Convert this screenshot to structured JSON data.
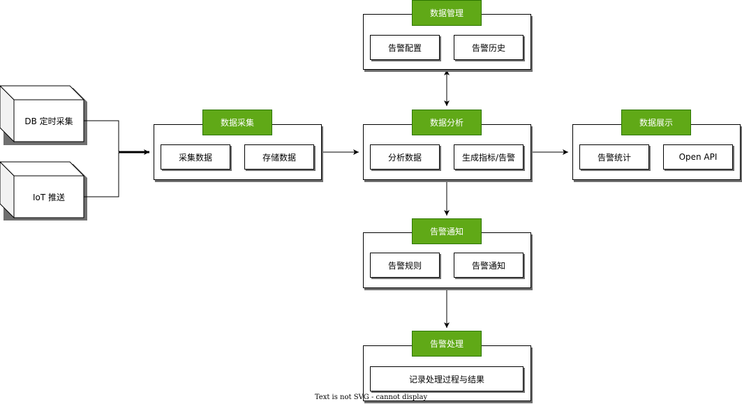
{
  "sources": {
    "db": "DB 定时采集",
    "iot": "IoT 推送"
  },
  "groups": {
    "collect": {
      "title": "数据采集",
      "items": [
        "采集数据",
        "存储数据"
      ]
    },
    "manage": {
      "title": "数据管理",
      "items": [
        "告警配置",
        "告警历史"
      ]
    },
    "analyze": {
      "title": "数据分析",
      "items": [
        "分析数据",
        "生成指标/告警"
      ]
    },
    "display": {
      "title": "数据展示",
      "items": [
        "告警统计",
        "Open API"
      ]
    },
    "notify": {
      "title": "告警通知",
      "items": [
        "告警规则",
        "告警通知"
      ]
    },
    "handle": {
      "title": "告警处理",
      "items": [
        "记录处理过程与结果"
      ]
    }
  },
  "colors": {
    "header_fill": "#60a917",
    "header_stroke": "#2d7600",
    "line": "#000000",
    "shadow": "#6f6f6f",
    "cube_front": "#ffffff",
    "cube_side": "#f2f2f2"
  },
  "footer": "Text is not SVG - cannot display"
}
